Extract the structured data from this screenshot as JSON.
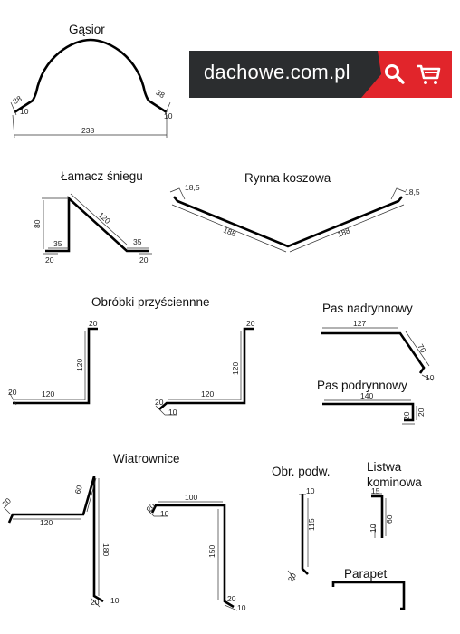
{
  "banner": {
    "text": "dachowe.com.pl",
    "icons": [
      "search-icon",
      "cart-icon"
    ],
    "colors": {
      "dark": "#2b2d2f",
      "red": "#e1252b"
    }
  },
  "profiles": {
    "gasior": {
      "title": "Gąsior",
      "dims": {
        "flange_left": "38",
        "flange_right": "38",
        "edge_left": "10",
        "edge_right": "10",
        "width": "238"
      }
    },
    "lamacz": {
      "title": "Łamacz śniegu",
      "dims": {
        "height": "80",
        "base": "35",
        "slope": "120",
        "end": "35",
        "fold_left": "20",
        "fold_right": "20"
      }
    },
    "rynna": {
      "title": "Rynna koszowa",
      "dims": {
        "left_edge": "18,5",
        "right_edge": "18,5",
        "left": "188",
        "right": "188"
      }
    },
    "obrobki": {
      "title": "Obróbki przyściennne",
      "dims": {
        "a_top": "20",
        "a_height": "120",
        "a_base": "120",
        "a_fold": "20",
        "b_top": "20",
        "b_height": "120",
        "b_base": "120",
        "b_fold1": "20",
        "b_fold2": "10"
      }
    },
    "nadrynnowy": {
      "title": "Pas nadrynnowy",
      "dims": {
        "top": "127",
        "slope": "70",
        "end": "10"
      }
    },
    "podrynnowy": {
      "title": "Pas podrynnowy",
      "dims": {
        "top": "140",
        "fold1": "20",
        "fold2": "20"
      }
    },
    "wiatrownice": {
      "title": "Wiatrownice",
      "dims": {
        "a_fold": "20",
        "a_base": "120",
        "a_slope": "60",
        "a_height": "180",
        "a_end1": "20",
        "a_end2": "10",
        "b_fold1": "20",
        "b_fold2": "10",
        "b_top": "100",
        "b_height": "150",
        "b_end1": "20",
        "b_end2": "10"
      }
    },
    "obr_podw": {
      "title": "Obr. podw.",
      "dims": {
        "top": "10",
        "height": "115",
        "end": "20"
      }
    },
    "listwa": {
      "title_line1": "Listwa",
      "title_line2": "kominowa",
      "dims": {
        "top": "15",
        "height": "60",
        "end": "10"
      }
    },
    "parapet": {
      "title": "Parapet"
    }
  }
}
